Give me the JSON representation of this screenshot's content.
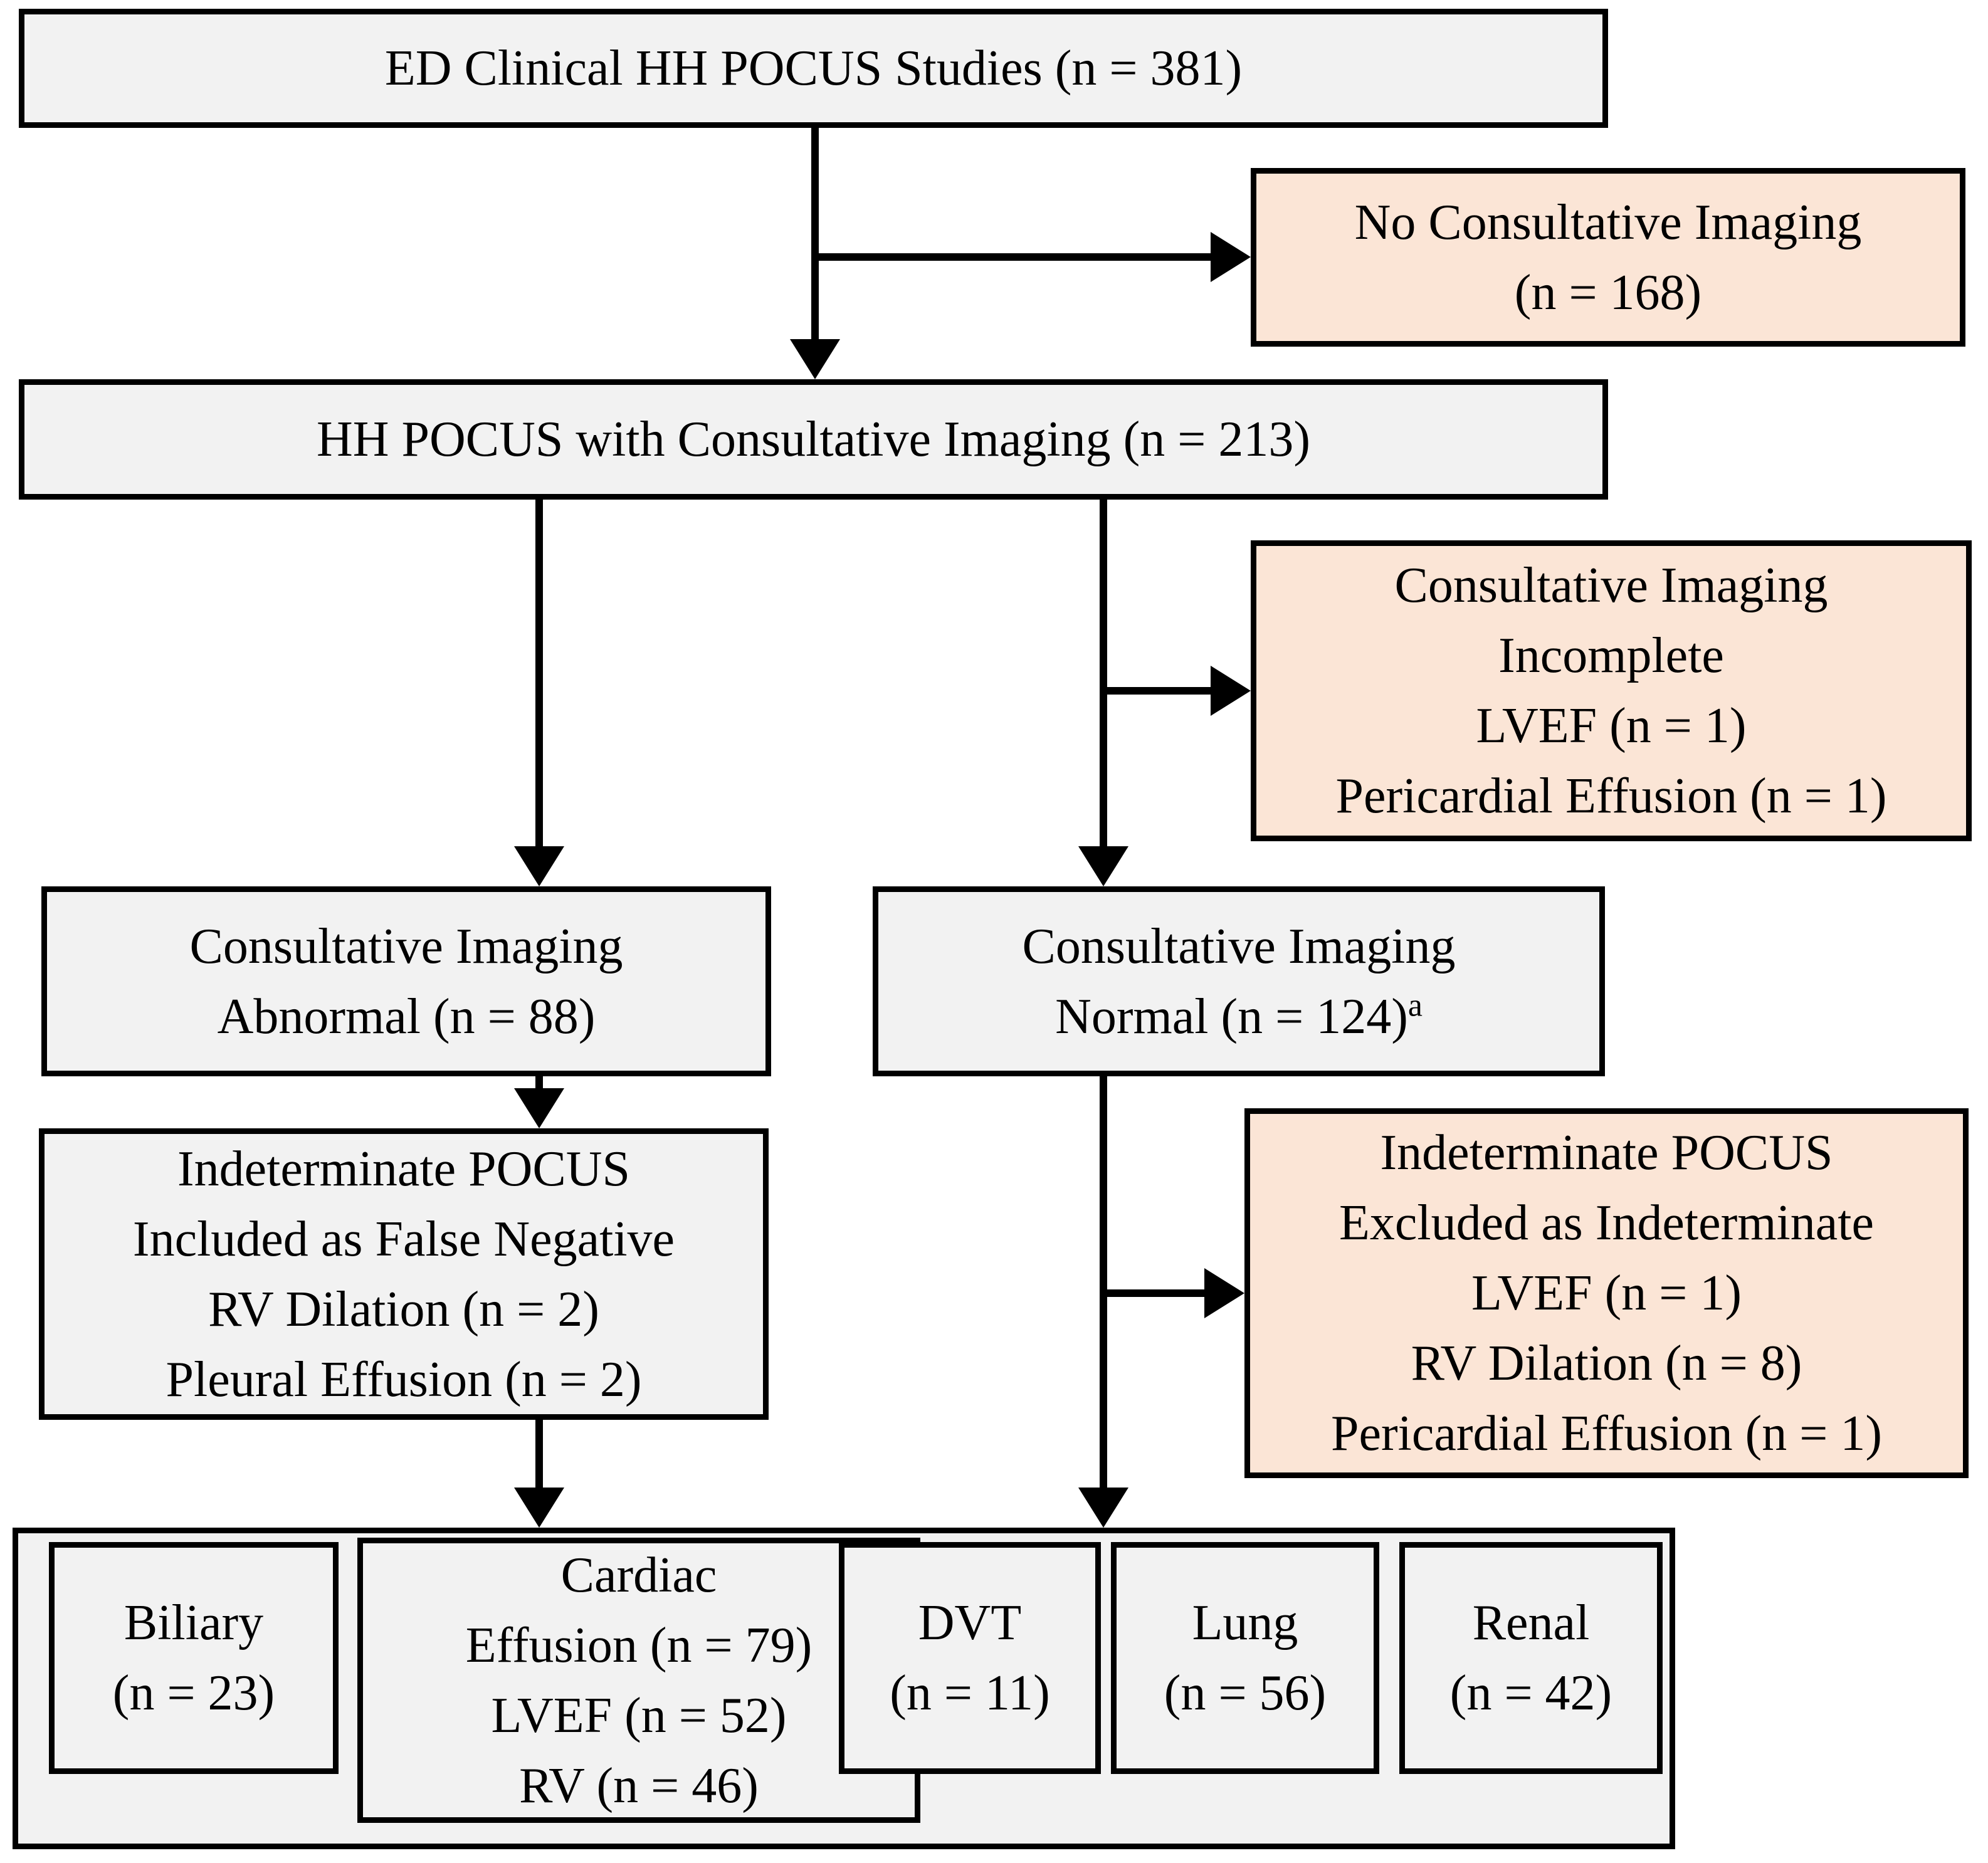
{
  "diagram": {
    "title": "ED Clinical HH POCUS Studies flow diagram",
    "colors": {
      "box_fill": "#f2f2f2",
      "exclusion_fill": "#fbe5d6",
      "border": "#000000",
      "background": "#ffffff",
      "text": "#000000"
    },
    "boxes": {
      "ed_studies": {
        "lines": [
          "ED Clinical HH POCUS Studies (n = 381)"
        ],
        "n": 381
      },
      "no_consultative": {
        "lines": [
          "No Consultative Imaging",
          "(n = 168)"
        ],
        "n": 168
      },
      "hh_pocus_consultative": {
        "lines": [
          "HH POCUS with Consultative Imaging (n = 213)"
        ],
        "n": 213
      },
      "consultative_incomplete": {
        "lines": [
          "Consultative Imaging",
          "Incomplete",
          "LVEF (n = 1)",
          "Pericardial Effusion (n = 1)"
        ]
      },
      "consultative_abnormal": {
        "lines": [
          "Consultative Imaging",
          "Abnormal (n = 88)"
        ],
        "n": 88
      },
      "consultative_normal": {
        "lines": [
          "Consultative Imaging",
          "Normal (n = 124)"
        ],
        "superscript": "a",
        "n": 124
      },
      "indeterminate_false_negative": {
        "lines": [
          "Indeterminate POCUS",
          "Included as False Negative",
          "RV Dilation (n = 2)",
          "Pleural Effusion (n = 2)"
        ]
      },
      "indeterminate_excluded": {
        "lines": [
          "Indeterminate POCUS",
          "Excluded as Indeterminate",
          "LVEF (n = 1)",
          "RV Dilation (n = 8)",
          "Pericardial Effusion (n = 1)"
        ]
      },
      "biliary": {
        "lines": [
          "Biliary",
          "(n = 23)"
        ],
        "n": 23
      },
      "cardiac": {
        "lines": [
          "Cardiac",
          "Effusion (n = 79)",
          "LVEF (n = 52)",
          "RV (n = 46)"
        ]
      },
      "dvt": {
        "lines": [
          "DVT",
          "(n = 11)"
        ],
        "n": 11
      },
      "lung": {
        "lines": [
          "Lung",
          "(n = 56)"
        ],
        "n": 56
      },
      "renal": {
        "lines": [
          "Renal",
          "(n = 42)"
        ],
        "n": 42
      }
    }
  }
}
